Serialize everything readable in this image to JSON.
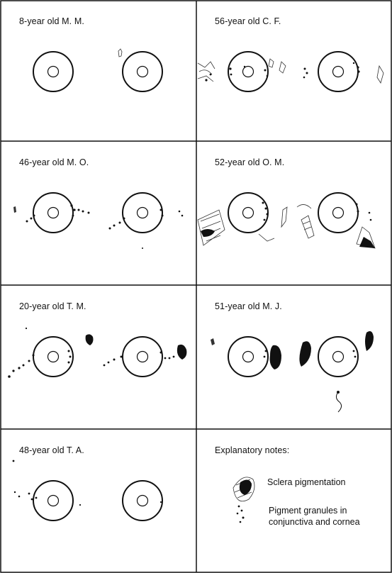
{
  "panels": [
    {
      "label": "8-year old M. M."
    },
    {
      "label": "56-year old C. F."
    },
    {
      "label": "46-year old M. O."
    },
    {
      "label": "52-year old O. M."
    },
    {
      "label": "20-year old T. M."
    },
    {
      "label": "51-year old M. J."
    },
    {
      "label": "48-year old T. A."
    }
  ],
  "notes": {
    "title": "Explanatory notes:",
    "sclera": "Sclera pigmentation",
    "granules_line1": "Pigment granules in",
    "granules_line2": "conjunctiva and cornea"
  }
}
